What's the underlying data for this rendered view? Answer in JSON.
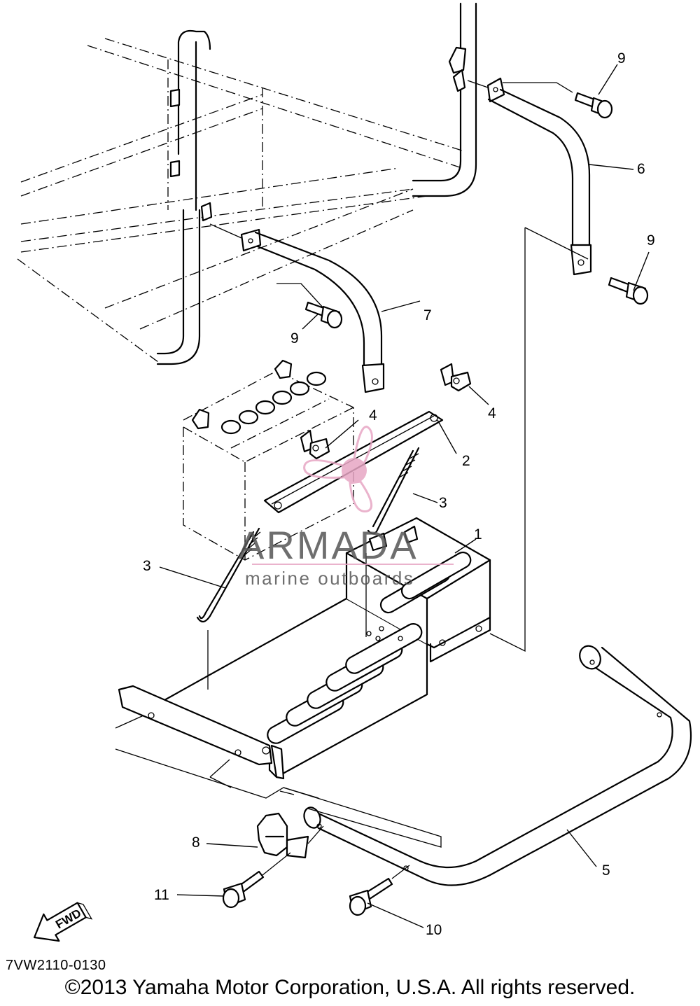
{
  "callouts": [
    {
      "id": "c9a",
      "label": "9"
    },
    {
      "id": "c6",
      "label": "6"
    },
    {
      "id": "c9b",
      "label": "9"
    },
    {
      "id": "c7",
      "label": "7"
    },
    {
      "id": "c9c",
      "label": "9"
    },
    {
      "id": "c4a",
      "label": "4"
    },
    {
      "id": "c4b",
      "label": "4"
    },
    {
      "id": "c2",
      "label": "2"
    },
    {
      "id": "c3a",
      "label": "3"
    },
    {
      "id": "c1",
      "label": "1"
    },
    {
      "id": "c3b",
      "label": "3"
    },
    {
      "id": "c8",
      "label": "8"
    },
    {
      "id": "c5",
      "label": "5"
    },
    {
      "id": "c11",
      "label": "11"
    },
    {
      "id": "c10",
      "label": "10"
    }
  ],
  "fwd_label": "FWD",
  "diagram_code": "7VW2110-0130",
  "copyright": "©2013 Yamaha Motor Corporation, U.S.A. All rights reserved.",
  "watermark": {
    "brand": "ARMADA",
    "tagline": "marine outboards"
  },
  "colors": {
    "line": "#000000",
    "watermark_pink": "#e7a6c4",
    "watermark_gray": "#555555"
  }
}
